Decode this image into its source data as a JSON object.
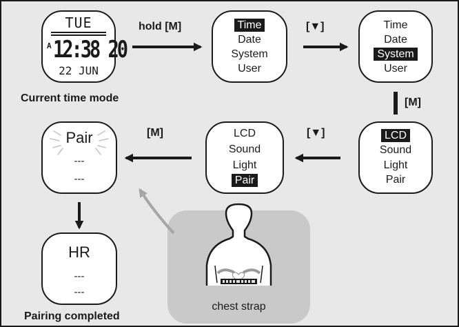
{
  "clock": {
    "day": "TUE",
    "indicator": "A",
    "time": "12:38 20",
    "date": "22 JUN"
  },
  "labels": {
    "current_time_mode": "Current time mode",
    "hold_m": "hold [M]",
    "down_key_1": "[▼]",
    "m_key_1": "[M]",
    "down_key_2": "[▼]",
    "m_key_2": "[M]",
    "pairing_completed": "Pairing completed",
    "chest_strap": "chest strap"
  },
  "menus": {
    "main_time_selected": {
      "items": [
        "Time",
        "Date",
        "System",
        "User"
      ],
      "selected": "Time"
    },
    "main_system_selected": {
      "items": [
        "Time",
        "Date",
        "System",
        "User"
      ],
      "selected": "System"
    },
    "system_lcd_selected": {
      "items": [
        "LCD",
        "Sound",
        "Light",
        "Pair"
      ],
      "selected": "LCD"
    },
    "system_pair_selected": {
      "items": [
        "LCD",
        "Sound",
        "Light",
        "Pair"
      ],
      "selected": "Pair"
    }
  },
  "pair_screen": {
    "title": "Pair",
    "lines": [
      "---",
      "---"
    ]
  },
  "hr_screen": {
    "title": "HR",
    "lines": [
      "---",
      "---"
    ]
  },
  "colors": {
    "background": "#e8e8e8",
    "ink": "#1a1a1a",
    "arrow_gray": "#a6a6a6",
    "strap_panel": "#c9c9c9"
  },
  "icons": {
    "arrow": "right-arrow-icon",
    "strap": "chest-strap-icon",
    "glow": "blink-rays-icon"
  }
}
